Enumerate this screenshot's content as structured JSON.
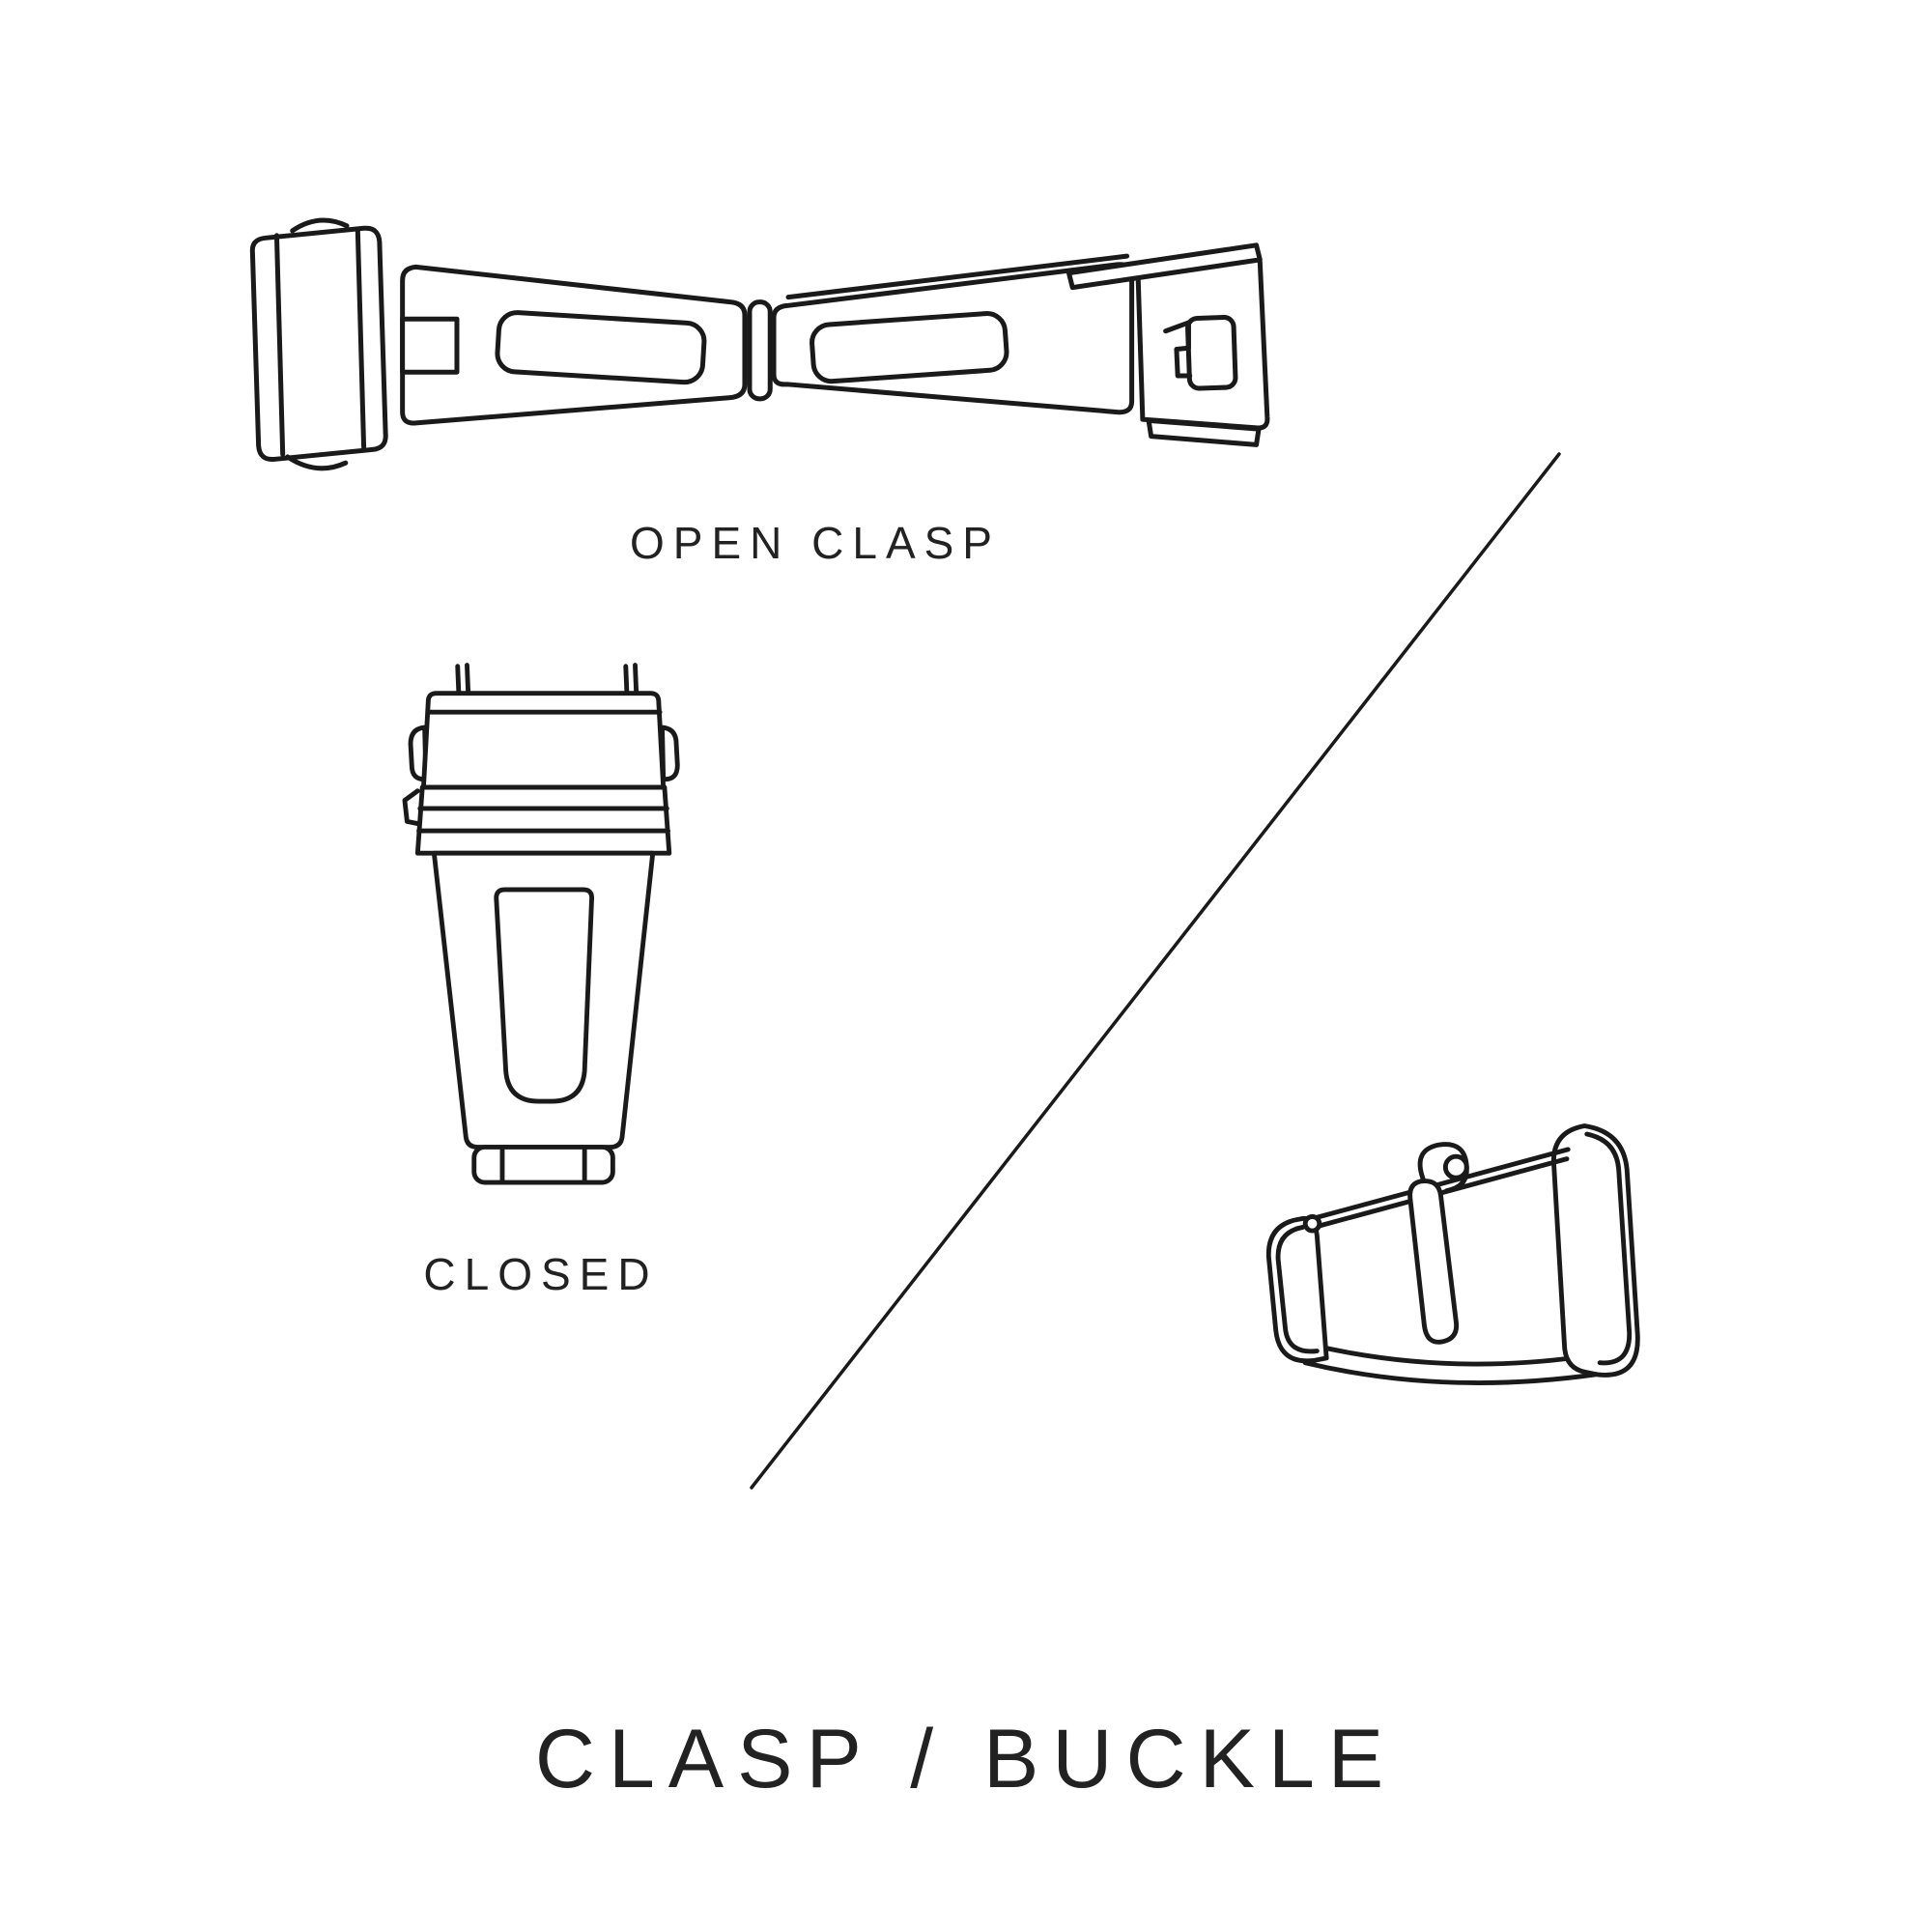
{
  "title": "CLASP / BUCKLE",
  "labels": {
    "open_clasp": "OPEN CLASP",
    "closed": "CLOSED"
  },
  "colors": {
    "line": "#1a1a1a",
    "text": "#222222",
    "background": "#ffffff"
  },
  "figures": {
    "open_clasp_icon": "open-deployant-clasp-icon",
    "closed_clasp_icon": "closed-deployant-clasp-icon",
    "buckle_icon": "tang-buckle-icon"
  }
}
